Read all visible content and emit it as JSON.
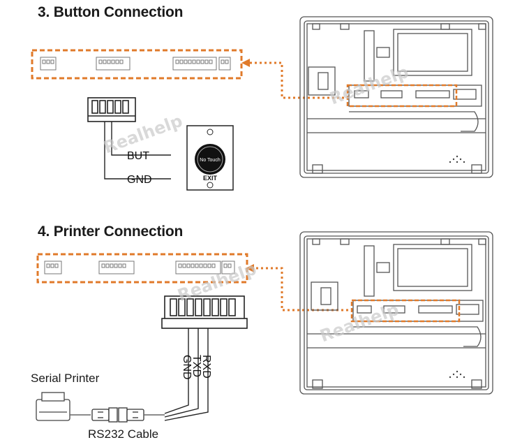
{
  "section_button": {
    "title": "3. Button Connection",
    "pins": [
      "BUT",
      "GND"
    ],
    "button_face": "No Touch",
    "button_caption": "EXIT"
  },
  "section_printer": {
    "title": "4. Printer Connection",
    "pins": [
      "GND",
      "TXD",
      "RXD"
    ],
    "printer_label": "Serial Printer",
    "cable_label": "RS232 Cable"
  },
  "watermark": "Realhelp",
  "colors": {
    "accent": "#e07a2a",
    "line": "#333333",
    "panel": "#555555"
  }
}
